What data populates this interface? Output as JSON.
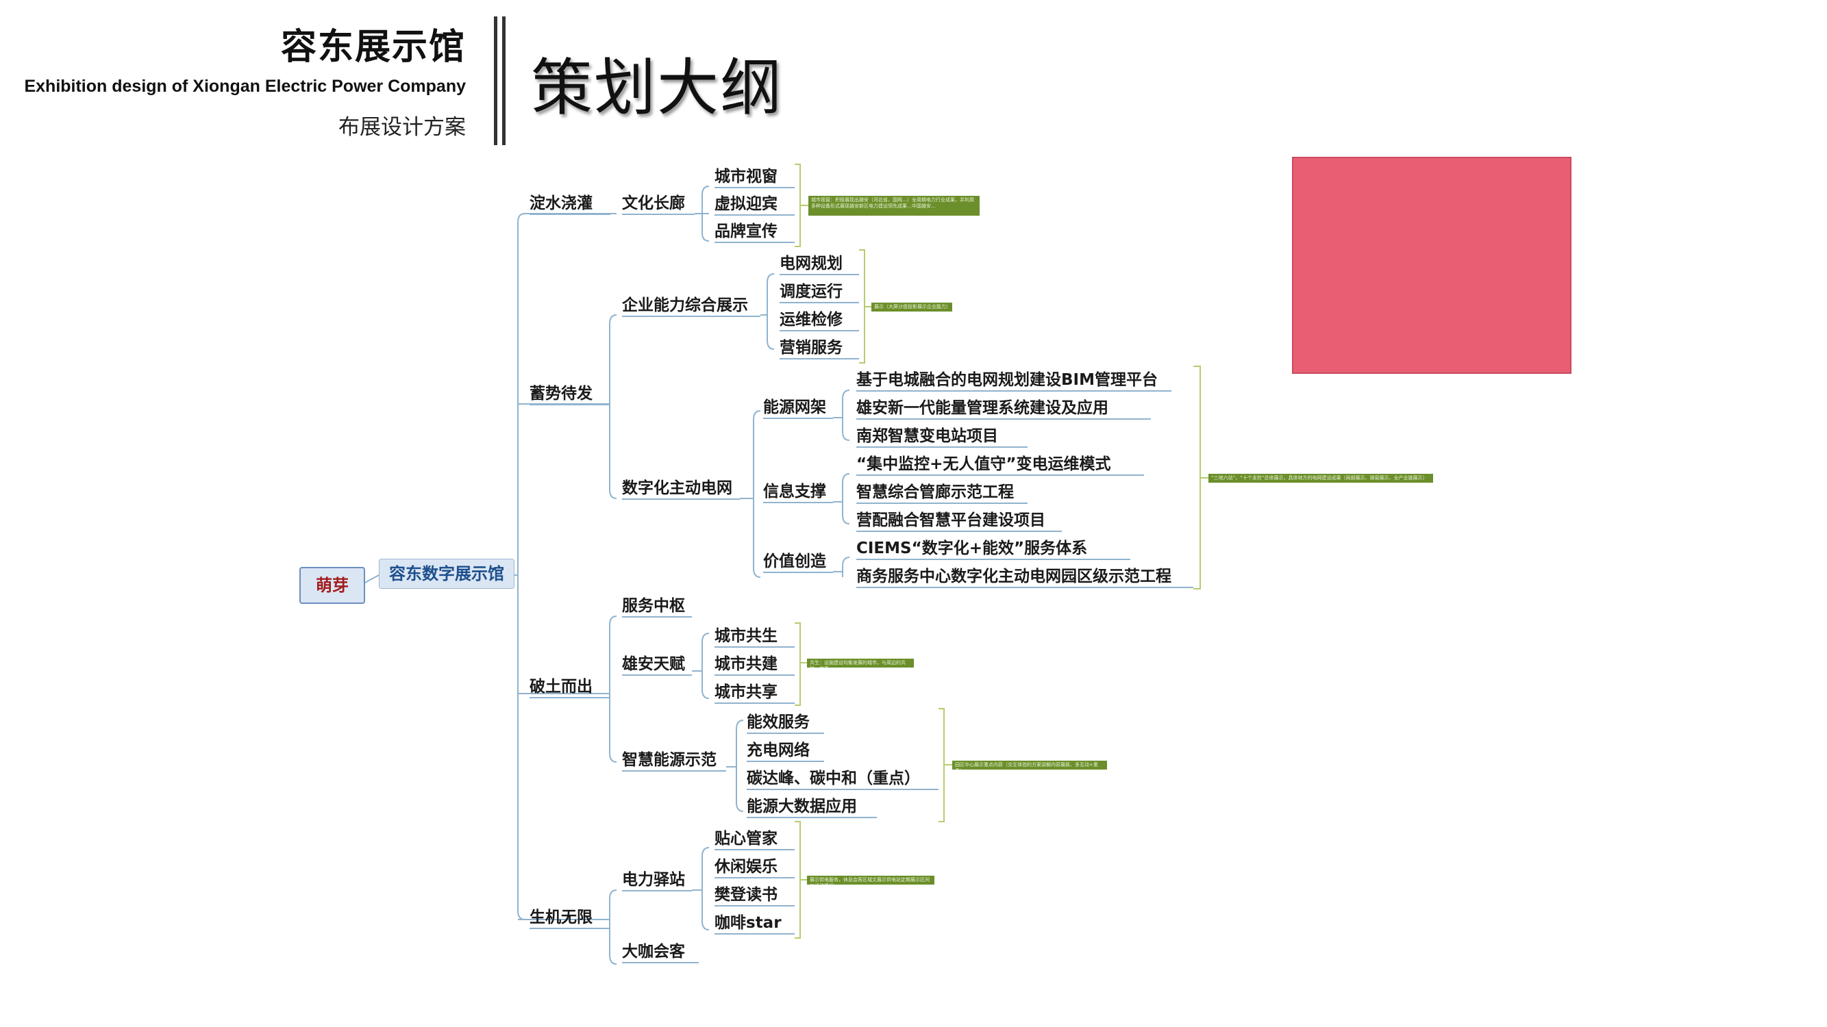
{
  "header": {
    "brand_title": "容东展示馆",
    "brand_subtitle": "Exhibition design of Xiongan Electric Power Company",
    "brand_cn": "布展设计方案",
    "page_title": "策划大纲"
  },
  "mindmap": {
    "root": "萌芽",
    "center": "容东数字展示馆",
    "b1": {
      "label": "淀水浇灌",
      "culture": "文化长廊",
      "items": [
        "城市视窗",
        "虚拟迎宾",
        "品牌宣传"
      ],
      "note": "城市视窗：积极展现出雄安（河北省、国网…）全周期电力行业成果，并利用多种设备形式展现雄安新区电力建设领先成果…中国雄安…"
    },
    "b2": {
      "label": "蓄势待发",
      "enterprise": "企业能力综合展示",
      "enterprise_items": [
        "电网规划",
        "调度运行",
        "运维检修",
        "营销服务"
      ],
      "enterprise_note": "展示（大屏沙盘投影展示企业能力）",
      "digital": "数字化主动电网",
      "energy": "能源网架",
      "energy_items": [
        "基于电城融合的电网规划建设BIM管理平台",
        "雄安新一代能量管理系统建设及应用",
        "南郑智慧变电站项目"
      ],
      "info": "信息支撑",
      "info_items": [
        "“集中监控+无人值守”变电运维模式",
        "智慧综合管廊示范工程",
        "营配融合智慧平台建设项目"
      ],
      "value": "价值创造",
      "value_items": [
        "CIEMS“数字化+能效”服务体系",
        "商务服务中心数字化主动电网园区级示范工程"
      ],
      "digital_note": "“三地六站”、“十个支柱”总体展示，具体地方的电网建设成果（局部展示、弹窗展示、全产业链展示）"
    },
    "b3": {
      "label": "破土而出",
      "service": "服务中枢",
      "xiongan": "雄安天赋",
      "xiongan_items": [
        "城市共生",
        "城市共建",
        "城市共享"
      ],
      "xiongan_note": "共生：设施建设均衡发展的城市，与周边的共融、共享",
      "smart": "智慧能源示范",
      "smart_items": [
        "能效服务",
        "充电网络",
        "碳达峰、碳中和（重点）",
        "能源大数据应用"
      ],
      "smart_note": "园区中心展示重点内容（交互体验的方案讲解内容展板、多互动+重叠）"
    },
    "b4": {
      "label": "生机无限",
      "station": "电力驿站",
      "station_items": [
        "贴心管家",
        "休闲娱乐",
        "樊登读书",
        "咖啡star"
      ],
      "station_note": "展示供电服务，休息会客区域文展示供电站定期展示区间与活动情况",
      "cafe": "大咖会客"
    }
  },
  "colors": {
    "line": "#8fb3cf",
    "bracket": "#b5cc6e",
    "note": "#6b8f2a",
    "placeholder": "#e85f74",
    "root_text": "#a11d1d"
  }
}
